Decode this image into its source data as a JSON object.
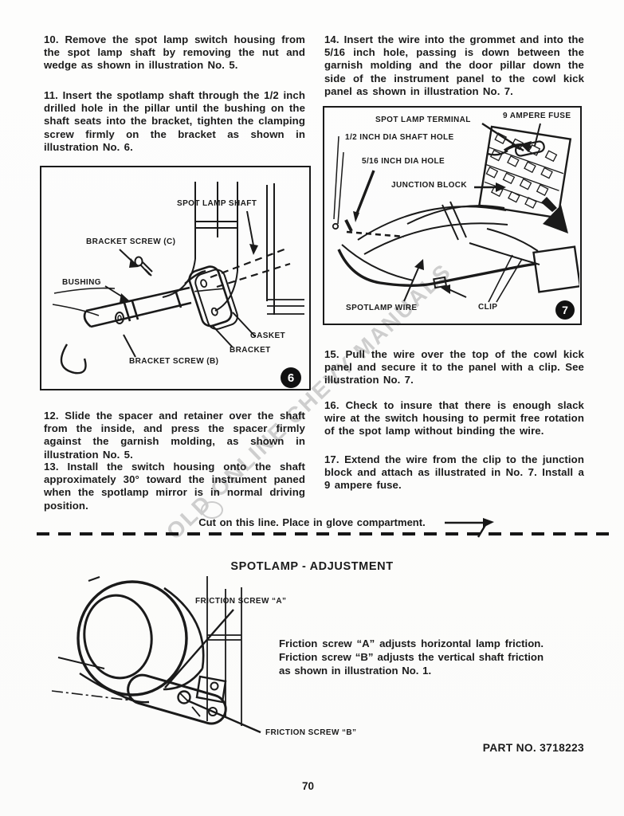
{
  "colors": {
    "ink": "#1b1b1b",
    "paper": "#fcfcfb",
    "watermark_gray": "#c7c7c7"
  },
  "watermark_text": "OLD ONLINE CHEVY MANUALS",
  "instructions": {
    "i10": "10. Remove the spot lamp switch housing from the spot lamp shaft by removing the nut and wedge as shown in illustration No. 5.",
    "i11": "11. Insert the spotlamp shaft through the 1/2 inch drilled hole in the pillar until the bushing on the shaft seats into the bracket, tighten the clamping screw firmly on the bracket as shown in illustration No. 6.",
    "i12": "12. Slide the spacer and retainer over the shaft from the inside, and press the spacer firmly against the garnish molding, as shown in illustration No. 5.",
    "i13": "13. Install the switch housing onto the shaft approximately 30° toward the instrument paned when the spotlamp mirror is in normal driving position.",
    "i14": "14. Insert the wire into the grommet and into the 5/16 inch hole, passing is down between the garnish molding and the door pillar down the side of the instrument panel to the cowl kick panel as shown in illustration No. 7.",
    "i15": "15. Pull the wire over the top of the cowl kick panel and secure it to the panel with a clip. See illustration No. 7.",
    "i16": "16. Check to insure that there is enough slack wire at the switch housing to permit free rotation of the spot lamp without binding the wire.",
    "i17": "17. Extend the wire from the clip to the junction block and attach as illustrated in No. 7. Install a 9 ampere fuse."
  },
  "figure6": {
    "number": "6",
    "labels": {
      "shaft": "SPOT LAMP SHAFT",
      "screw_c": "BRACKET SCREW (C)",
      "bushing": "BUSHING",
      "gasket": "GASKET",
      "bracket": "BRACKET",
      "screw_b": "BRACKET SCREW (B)"
    }
  },
  "figure7": {
    "number": "7",
    "labels": {
      "terminal": "SPOT LAMP TERMINAL",
      "fuse": "9 AMPERE FUSE",
      "shaft_hole": "1/2 INCH DIA SHAFT HOLE",
      "dia_hole": "5/16 INCH DIA HOLE",
      "junction": "JUNCTION BLOCK",
      "wire": "SPOTLAMP WIRE",
      "clip": "CLIP"
    }
  },
  "cut_note": {
    "text": "Cut on this line. Place in glove compartment."
  },
  "adjustment": {
    "heading": "SPOTLAMP - ADJUSTMENT",
    "labels": {
      "screw_a": "FRICTION SCREW “A”",
      "screw_b": "FRICTION SCREW “B”"
    },
    "body": "Friction screw “A” adjusts horizontal lamp friction. Friction screw “B” adjusts the vertical shaft friction as shown in illustration No. 1."
  },
  "footer": {
    "part_no": "PART NO. 3718223",
    "page_number": "70"
  }
}
